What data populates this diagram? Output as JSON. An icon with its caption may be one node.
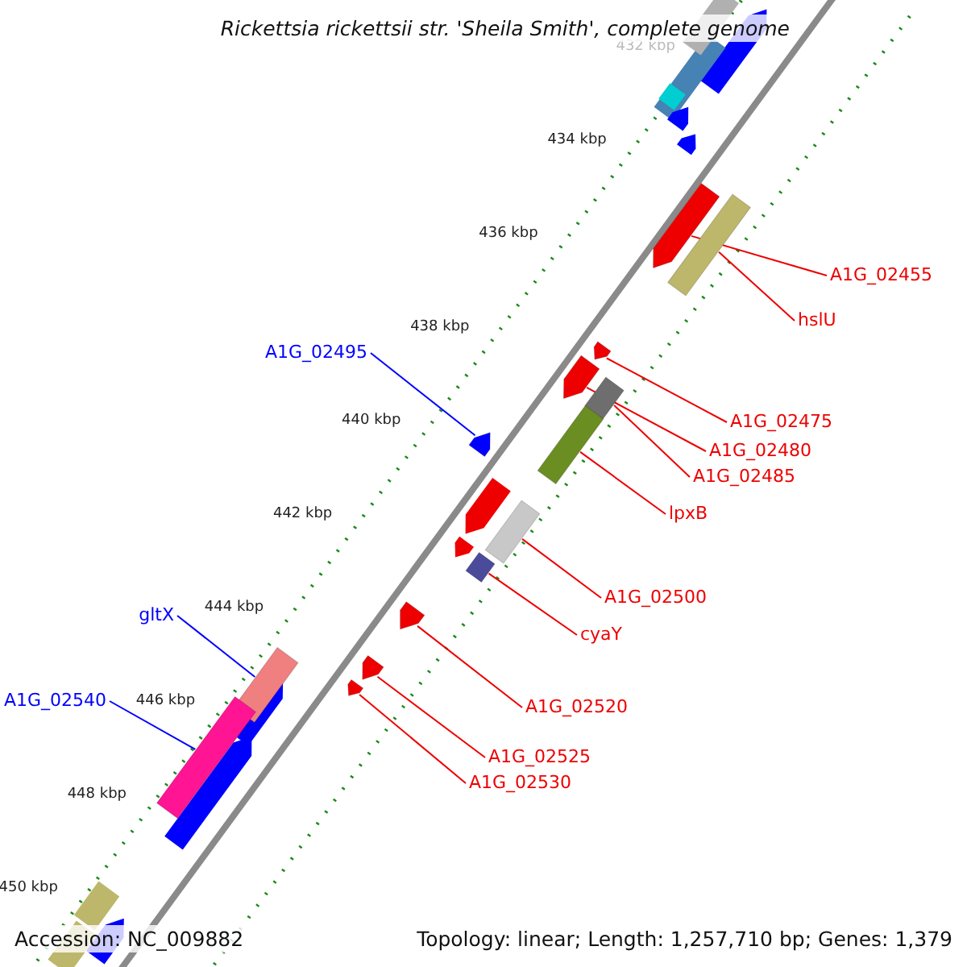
{
  "diagram": {
    "title": "Rickettsia rickettsii str. 'Sheila Smith', complete genome",
    "nodes": [
      {
        "text": [
          "A1G_02455"
        ]
      },
      {
        "text": [
          "hslU"
        ]
      },
      {
        "text": [
          "A1G_02495"
        ]
      },
      {
        "text": [
          "A1G_02475"
        ]
      },
      {
        "text": [
          "A1G_02480"
        ]
      },
      {
        "text": [
          "A1G_02485"
        ]
      },
      {
        "text": [
          "lpxB"
        ]
      },
      {
        "text": [
          "A1G_02500"
        ]
      },
      {
        "text": [
          "gltX"
        ]
      },
      {
        "text": [
          "cyaY"
        ]
      },
      {
        "text": [
          "A1G_02540"
        ]
      },
      {
        "text": [
          "A1G_02520"
        ]
      },
      {
        "text": [
          "A1G_02525"
        ]
      },
      {
        "text": [
          "A1G_02530"
        ]
      },
      {
        "text": [],
        "shape": "pentagon"
      },
      {
        "text": [],
        "shape": "box"
      },
      {
        "text": [],
        "shape": "pentagon"
      },
      {
        "text": [],
        "shape": "pentagon"
      },
      {
        "text": [],
        "shape": "box"
      },
      {
        "text": [],
        "shape": "pentagon"
      },
      {
        "text": [],
        "shape": "box"
      },
      {
        "text": [],
        "shape": "box"
      },
      {
        "text": [],
        "shape": "box"
      },
      {
        "text": [],
        "shape": "pentagon"
      },
      {
        "text": [],
        "shape": "pentagon"
      },
      {
        "text": [],
        "shape": "box"
      },
      {
        "text": [],
        "shape": "pentagon"
      },
      {
        "text": [],
        "shape": "box"
      }
    ],
    "edges": [
      {
        "from": 0,
        "to": 14,
        "arrow": "none"
      },
      {
        "from": 1,
        "to": 15,
        "arrow": "none"
      },
      {
        "from": 2,
        "to": 19,
        "arrow": "none",
        "color": "#0000ff"
      },
      {
        "from": 3,
        "to": 16,
        "arrow": "none"
      },
      {
        "from": 4,
        "to": 17,
        "arrow": "none"
      },
      {
        "from": 5,
        "to": 18,
        "arrow": "none"
      },
      {
        "from": 6,
        "to": 20,
        "arrow": "none"
      },
      {
        "from": 7,
        "to": 21,
        "arrow": "none"
      },
      {
        "from": 8,
        "to": 25,
        "arrow": "none",
        "color": "#0000ff"
      },
      {
        "from": 9,
        "to": 22,
        "arrow": "none"
      },
      {
        "from": 10,
        "to": 27,
        "arrow": "none",
        "color": "#0000ff"
      },
      {
        "from": 11,
        "to": 23,
        "arrow": "none"
      },
      {
        "from": 12,
        "to": 24,
        "arrow": "none"
      },
      {
        "from": 13,
        "to": 26,
        "arrow": "none"
      }
    ],
    "labels": [
      "432 kbp",
      "434 kbp",
      "436 kbp",
      "438 kbp",
      "440 kbp",
      "442 kbp",
      "444 kbp",
      "446 kbp",
      "448 kbp",
      "450 kbp",
      "Accession: NC_009882",
      "Topology: linear; Length: 1,257,710 bp; Genes: 1,379"
    ]
  }
}
